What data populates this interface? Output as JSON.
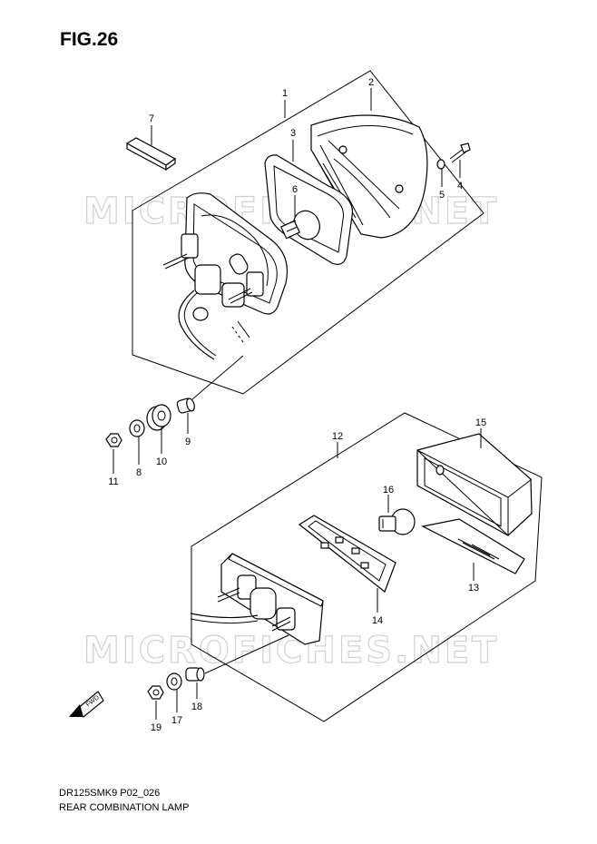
{
  "figure": {
    "title": "FIG.26",
    "model_code": "DR125SMK9 P02_026",
    "name": "REAR COMBINATION LAMP",
    "watermark": "MICROFICHES.NET"
  },
  "callouts": [
    {
      "id": "1",
      "text": "1"
    },
    {
      "id": "2",
      "text": "2"
    },
    {
      "id": "3",
      "text": "3"
    },
    {
      "id": "4",
      "text": "4"
    },
    {
      "id": "5",
      "text": "5"
    },
    {
      "id": "6",
      "text": "6"
    },
    {
      "id": "7",
      "text": "7"
    },
    {
      "id": "8",
      "text": "8"
    },
    {
      "id": "9",
      "text": "9"
    },
    {
      "id": "10",
      "text": "10"
    },
    {
      "id": "11",
      "text": "11"
    },
    {
      "id": "12",
      "text": "12"
    },
    {
      "id": "13",
      "text": "13"
    },
    {
      "id": "14",
      "text": "14"
    },
    {
      "id": "15",
      "text": "15"
    },
    {
      "id": "16",
      "text": "16"
    },
    {
      "id": "17",
      "text": "17"
    },
    {
      "id": "18",
      "text": "18"
    },
    {
      "id": "19",
      "text": "19"
    }
  ],
  "direction_marker": "FWD"
}
